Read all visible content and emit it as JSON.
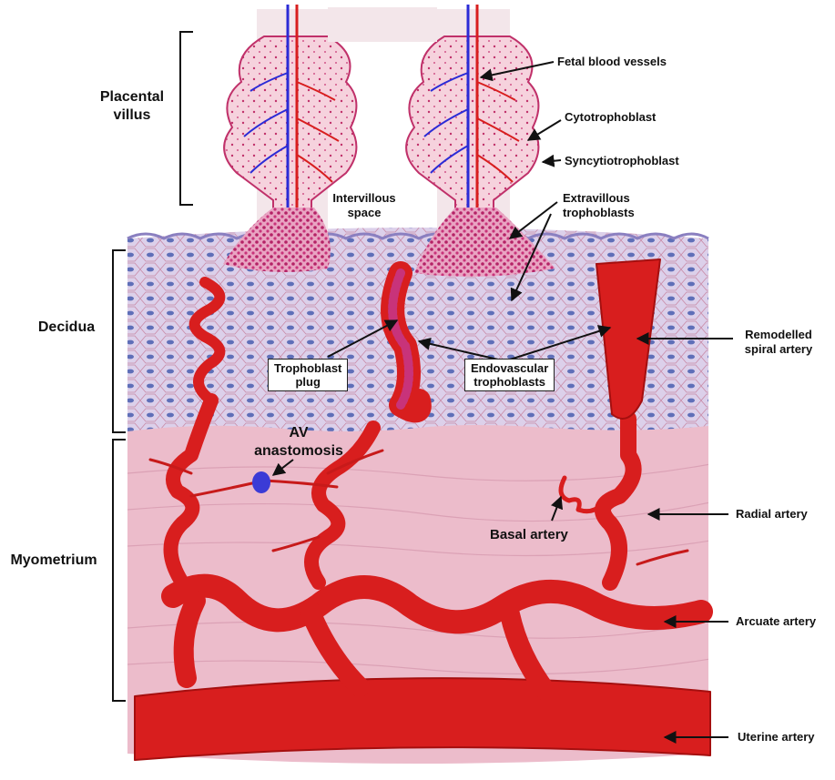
{
  "regions": {
    "placental_villus": "Placental\nvillus",
    "decidua": "Decidua",
    "myometrium": "Myometrium"
  },
  "labels": {
    "fetal_blood_vessels": "Fetal blood vessels",
    "cytotrophoblast": "Cytotrophoblast",
    "syncytiotrophoblast": "Syncytiotrophoblast",
    "intervillous_space": "Intervillous\nspace",
    "extravillous_trophoblasts": "Extravillous\ntrophoblasts",
    "remodelled_spiral_artery": "Remodelled\nspiral artery",
    "trophoblast_plug": "Trophoblast\nplug",
    "endovascular_trophoblasts": "Endovascular\ntrophoblasts",
    "av_anastomosis": "AV\nanastomosis",
    "basal_artery": "Basal artery",
    "radial_artery": "Radial artery",
    "arcuate_artery": "Arcuate artery",
    "uterine_artery": "Uterine artery"
  },
  "colors": {
    "artery_red": "#d81e1e",
    "artery_dark": "#a50f0f",
    "fetal_vein_blue": "#2b2bd6",
    "decidua_bg": "#dcd0ea",
    "decidua_cell_outline": "#c98aa6",
    "decidua_nucleus": "#5f6fb8",
    "myometrium_bg": "#ecbccb",
    "myometrium_stroke": "#d79bb0",
    "villus_fill": "#f6d2dd",
    "villus_cell": "#c0316a",
    "trophoblast_cluster": "#c8337a"
  }
}
